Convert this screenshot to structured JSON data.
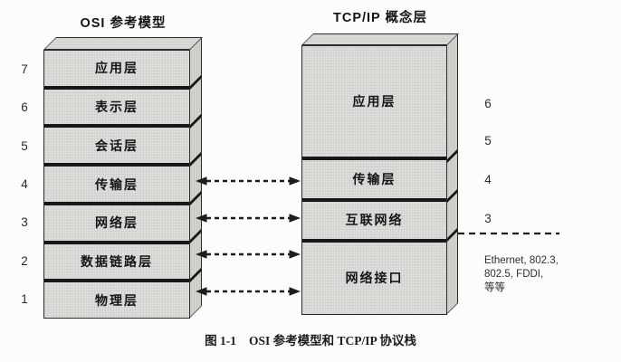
{
  "figure": {
    "left_stack": {
      "title": "OSI 参考模型",
      "layers": [
        {
          "num": "7",
          "label": "应用层"
        },
        {
          "num": "6",
          "label": "表示层"
        },
        {
          "num": "5",
          "label": "会话层"
        },
        {
          "num": "4",
          "label": "传输层"
        },
        {
          "num": "3",
          "label": "网络层"
        },
        {
          "num": "2",
          "label": "数据链路层"
        },
        {
          "num": "1",
          "label": "物理层"
        }
      ]
    },
    "right_stack": {
      "title": "TCP/IP 概念层",
      "layers": [
        {
          "label": "应用层"
        },
        {
          "label": "传输层"
        },
        {
          "label": "互联网络"
        },
        {
          "label": "网络接口"
        }
      ],
      "side_numbers": [
        "6",
        "5",
        "4",
        "3"
      ]
    },
    "annotation": {
      "line1": "Ethernet, 802.3,",
      "line2": "802.5, FDDI,",
      "line3": "等等"
    },
    "caption": {
      "fig_label": "图 1-1",
      "fig_title": "OSI 参考模型和 TCP/IP 协议栈"
    },
    "colors": {
      "box_fill": "#e3e3df",
      "box_side": "#dadad5",
      "line": "#171717",
      "background": "#fcfcfa"
    }
  }
}
